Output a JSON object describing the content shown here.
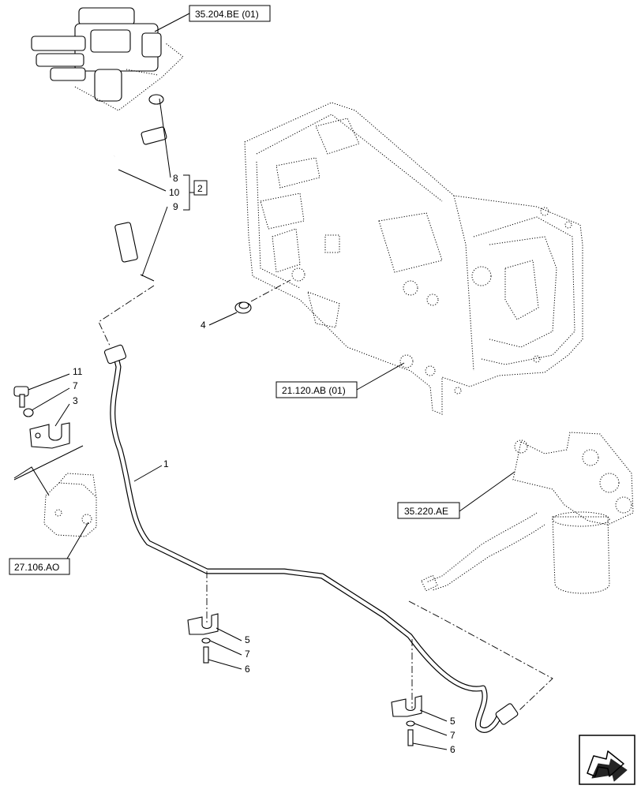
{
  "references": {
    "valve_block": "35.204.BE (01)",
    "transmission": "21.120.AB (01)",
    "filter": "35.220.AE",
    "pump": "27.106.AO"
  },
  "kit_box": "2",
  "callouts": {
    "c1": "1",
    "c3": "3",
    "c4": "4",
    "c5a": "5",
    "c5b": "5",
    "c6a": "6",
    "c6b": "6",
    "c7a": "7",
    "c7b": "7",
    "c7c": "7",
    "c8": "8",
    "c9": "9",
    "c10": "10",
    "c11": "11"
  },
  "nav_icon": "next-arrow-icon"
}
